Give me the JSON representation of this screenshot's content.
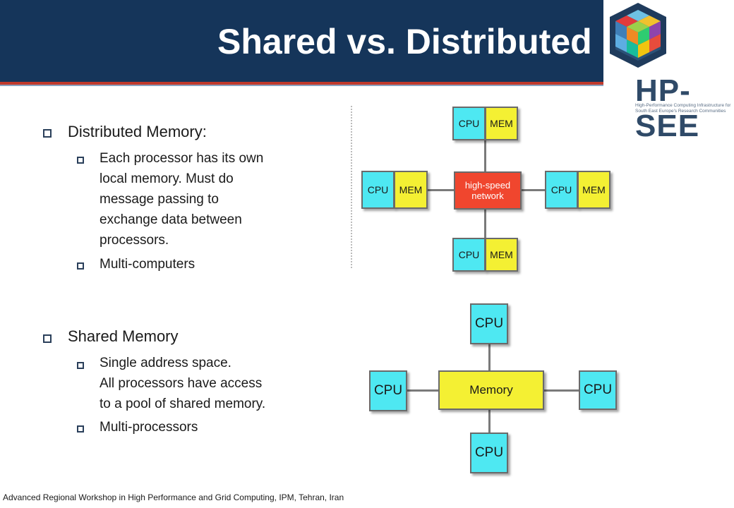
{
  "slide": {
    "title": "Shared vs. Distributed",
    "footer": "Advanced Regional Workshop in High Performance and Grid Computing, IPM, Tehran,  Iran"
  },
  "logo": {
    "name": "HP-SEE",
    "tagline": "High-Performance Computing Infrastructure for South East Europe's Research Communities"
  },
  "bullets": {
    "distributed": {
      "heading": "Distributed Memory:",
      "items": [
        [
          "Each processor has its own",
          "local memory. Must do",
          "message passing to",
          "exchange data between",
          "processors."
        ],
        [
          "Multi-computers"
        ]
      ]
    },
    "shared": {
      "heading": "Shared Memory",
      "items": [
        [
          "Single address space.",
          "All processors have access",
          "to a pool of shared memory."
        ],
        [
          "Multi-processors"
        ]
      ]
    }
  },
  "diagram_distributed": {
    "cpu_label": "CPU",
    "mem_label": "MEM",
    "network_label": [
      "high-speed",
      "network"
    ]
  },
  "diagram_shared": {
    "cpu_label": "CPU",
    "memory_label": "Memory"
  },
  "colors": {
    "header": "#15355a",
    "cpu": "#4ee8f2",
    "mem": "#f4f033",
    "network": "#f0462e"
  }
}
